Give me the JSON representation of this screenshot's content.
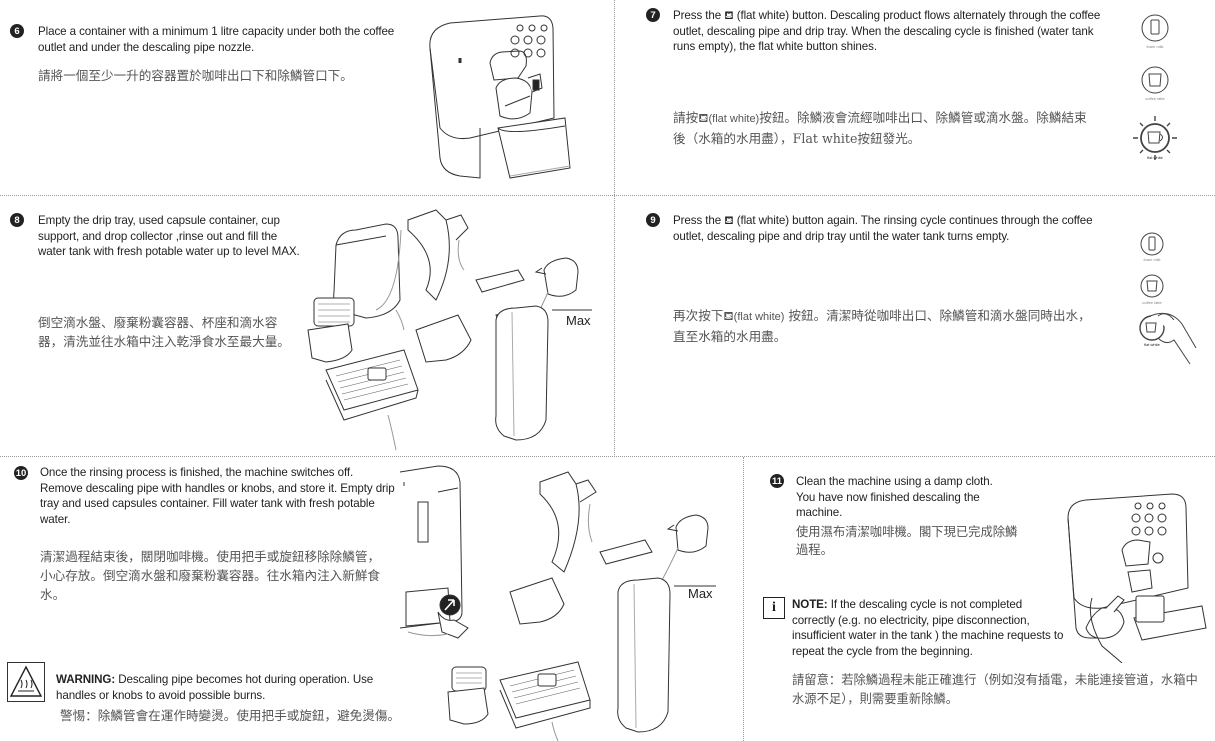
{
  "steps": {
    "s6": {
      "num": "6",
      "en": "Place a container with a minimum 1 litre capacity under both the coffee outlet and under the descaling pipe nozzle.",
      "zh": "請將一個至少一升的容器置於咖啡出口下和除鱗管口下。"
    },
    "s7": {
      "num": "7",
      "en_a": "Press the",
      "en_btn": "(flat white)",
      "en_b": "button. Descaling product flows alternately through the coffee outlet, descaling pipe and drip tray. When the descaling cycle is finished (water tank runs empty), the flat white button shines.",
      "zh_a": "請按",
      "zh_btn": "(flat white)",
      "zh_b": "按鈕。除鱗液會流經咖啡出口、除鱗管或滴水盤。除鱗結束後（水箱的水用盡），Flat white按鈕發光。",
      "icon_labels": [
        "foam milk",
        "coffee latte",
        "flat white"
      ]
    },
    "s8": {
      "num": "8",
      "en": "Empty the drip tray, used capsule container, cup support, and drop collector ,rinse out and fill the water tank with fresh potable water up to level MAX.",
      "zh": "倒空滴水盤、廢棄粉囊容器、杯座和滴水容器，清洗並往水箱中注入乾淨食水至最大量。",
      "max_label": "Max"
    },
    "s9": {
      "num": "9",
      "en_a": "Press the",
      "en_btn": "(flat white)",
      "en_b": "button again. The rinsing cycle continues through the coffee outlet, descaling pipe and drip tray until the water tank turns empty.",
      "zh_a": "再次按下",
      "zh_btn": "(flat white)",
      "zh_b": " 按鈕。清潔時從咖啡出口、除鱗管和滴水盤同時出水，直至水箱的水用盡。",
      "icon_labels": [
        "foam milk",
        "coffee latte",
        "flat white"
      ]
    },
    "s10": {
      "num": "10",
      "en": "Once the rinsing process is finished, the machine switches off. Remove descaling pipe with handles or knobs, and store it. Empty drip tray and used capsules container. Fill water tank with fresh potable water.",
      "zh": "清潔過程結束後，關閉咖啡機。使用把手或旋鈕移除除鱗管，小心存放。倒空滴水盤和廢棄粉囊容器。往水箱內注入新鮮食水。",
      "max_label": "Max"
    },
    "s11": {
      "num": "11",
      "en": "Clean the machine using a damp cloth. You have now finished descaling the machine.",
      "zh": "使用濕布清潔咖啡機。閣下現已完成除鱗過程。"
    }
  },
  "warning": {
    "label": "WARNING:",
    "en": " Descaling pipe becomes hot during operation. Use handles or knobs to avoid possible burns.",
    "zh": "警惕：除鱗管會在運作時變燙。使用把手或旋鈕，避免燙傷。"
  },
  "note": {
    "label": "NOTE:",
    "en": " If the descaling cycle is not completed correctly (e.g. no electricity, pipe disconnection, insufficient water in the tank ) the machine requests to repeat the cycle from the beginning.",
    "zh": "請留意：若除鱗過程未能正確進行（例如沒有插電，未能連接管道，水箱中水源不足），則需要重新除鱗。"
  }
}
